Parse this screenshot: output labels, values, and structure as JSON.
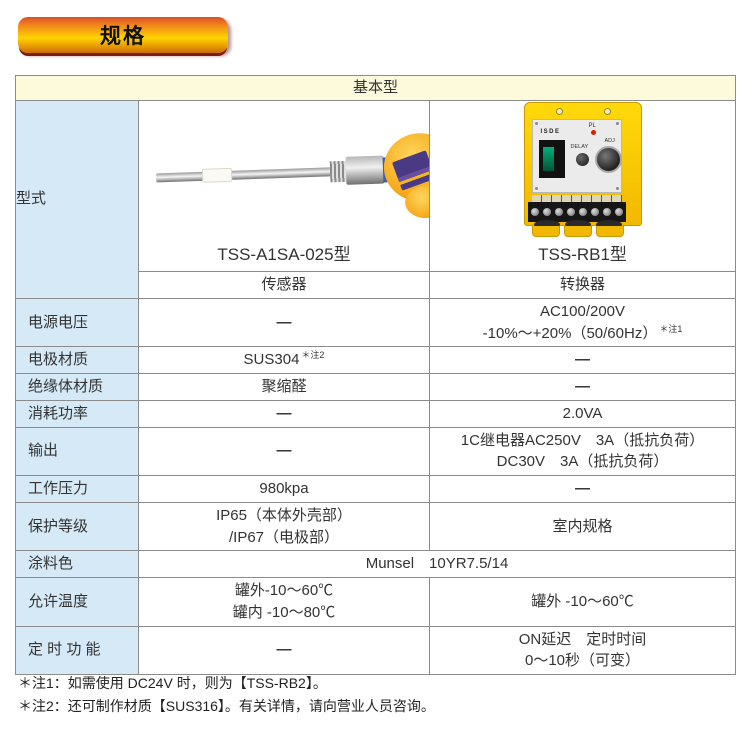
{
  "badge": {
    "label": "规格"
  },
  "table": {
    "header": "基本型",
    "model_row": {
      "label": "型式",
      "sensor_model": "TSS-A1SA-025型",
      "converter_model": "TSS-RB1型",
      "sensor_role": "传感器",
      "converter_role": "转换器"
    },
    "converter_panel": {
      "brand": "ISDE",
      "pl_label": "PL",
      "delay_label": "DELAY",
      "adj_label": "ADJ"
    },
    "rows": [
      {
        "label": "电源电压",
        "sensor": "—",
        "converter_lines": [
          "AC100/200V",
          "-10%～+20%（50/60Hz）"
        ],
        "converter_note": "＊注1"
      },
      {
        "label": "电极材质",
        "sensor": "SUS304",
        "sensor_note": "＊注2",
        "converter": "—"
      },
      {
        "label": "绝缘体材质",
        "sensor": "聚缩醛",
        "converter": "—"
      },
      {
        "label": "消耗功率",
        "sensor": "—",
        "converter": "2.0VA"
      },
      {
        "label": "输出",
        "sensor": "—",
        "converter_lines": [
          "1C继电器AC250V　3A（抵抗负荷）",
          "DC30V　3A（抵抗负荷）"
        ]
      },
      {
        "label": "工作压力",
        "sensor": "980kpa",
        "converter": "—"
      },
      {
        "label": "保护等级",
        "sensor_lines": [
          "IP65（本体外壳部）",
          "/IP67（电极部）"
        ],
        "converter": "室内规格"
      },
      {
        "label": "涂料色",
        "full": "Munsel　10YR7.5/14"
      },
      {
        "label": "允许温度",
        "sensor_lines": [
          "罐外-10～60℃",
          "罐内 -10～80℃"
        ],
        "converter": "罐外 -10～60℃"
      },
      {
        "label": "定 时 功 能",
        "sensor": "—",
        "converter_lines": [
          "ON延迟　定时时间",
          "0～10秒（可变）"
        ]
      }
    ]
  },
  "notes": [
    "＊注1：如需使用 DC24V 时，则为【TSS-RB2】。",
    "＊注2：还可制作材质【SUS316】。有关详情，请向营业人员咨询。"
  ],
  "colors": {
    "border": "#8c8c8c",
    "label-bg": "#d5eaf6",
    "header-bg": "#fcfadb",
    "badge-yellow": "#ffd400",
    "badge-orange": "#f07f1e",
    "conv-yellow": "#ffd90a",
    "led-red": "#d42000",
    "sensor-head": "#f7a91c"
  }
}
